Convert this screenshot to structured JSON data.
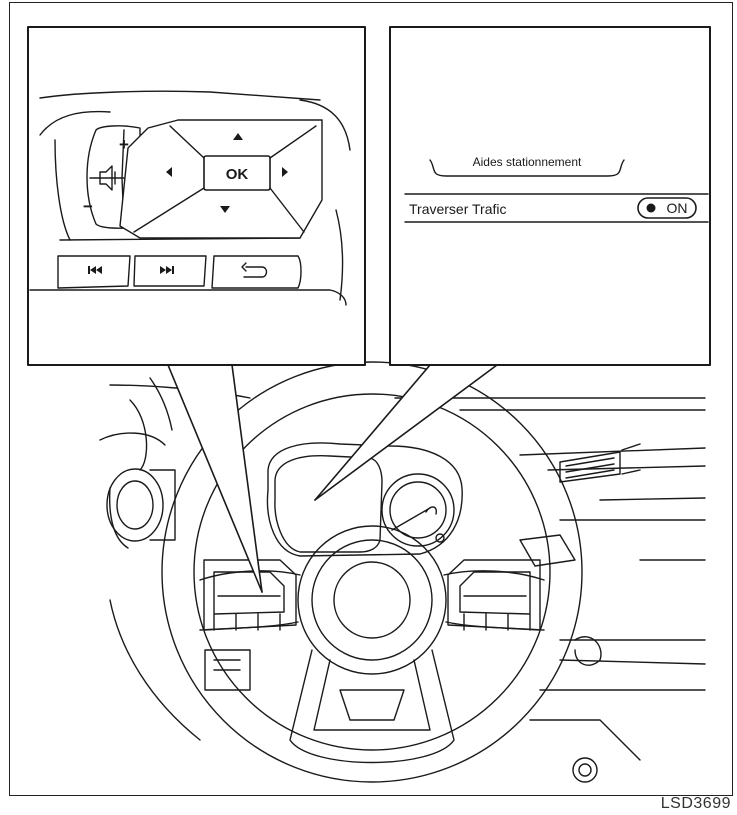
{
  "controls": {
    "vol_up": "+",
    "vol_down": "−",
    "ok_label": "OK",
    "icons": [
      "volume-icon",
      "arrow-up-icon",
      "arrow-down-icon",
      "arrow-left-icon",
      "arrow-right-icon",
      "previous-track-icon",
      "next-track-icon",
      "back-icon"
    ]
  },
  "display": {
    "menu_title": "Aides stationnement",
    "item_label": "Traverser Trafic",
    "toggle_label": "ON"
  },
  "figure_id": "LSD3699",
  "colors": {
    "line": "#1a1a1a",
    "background": "#ffffff"
  }
}
